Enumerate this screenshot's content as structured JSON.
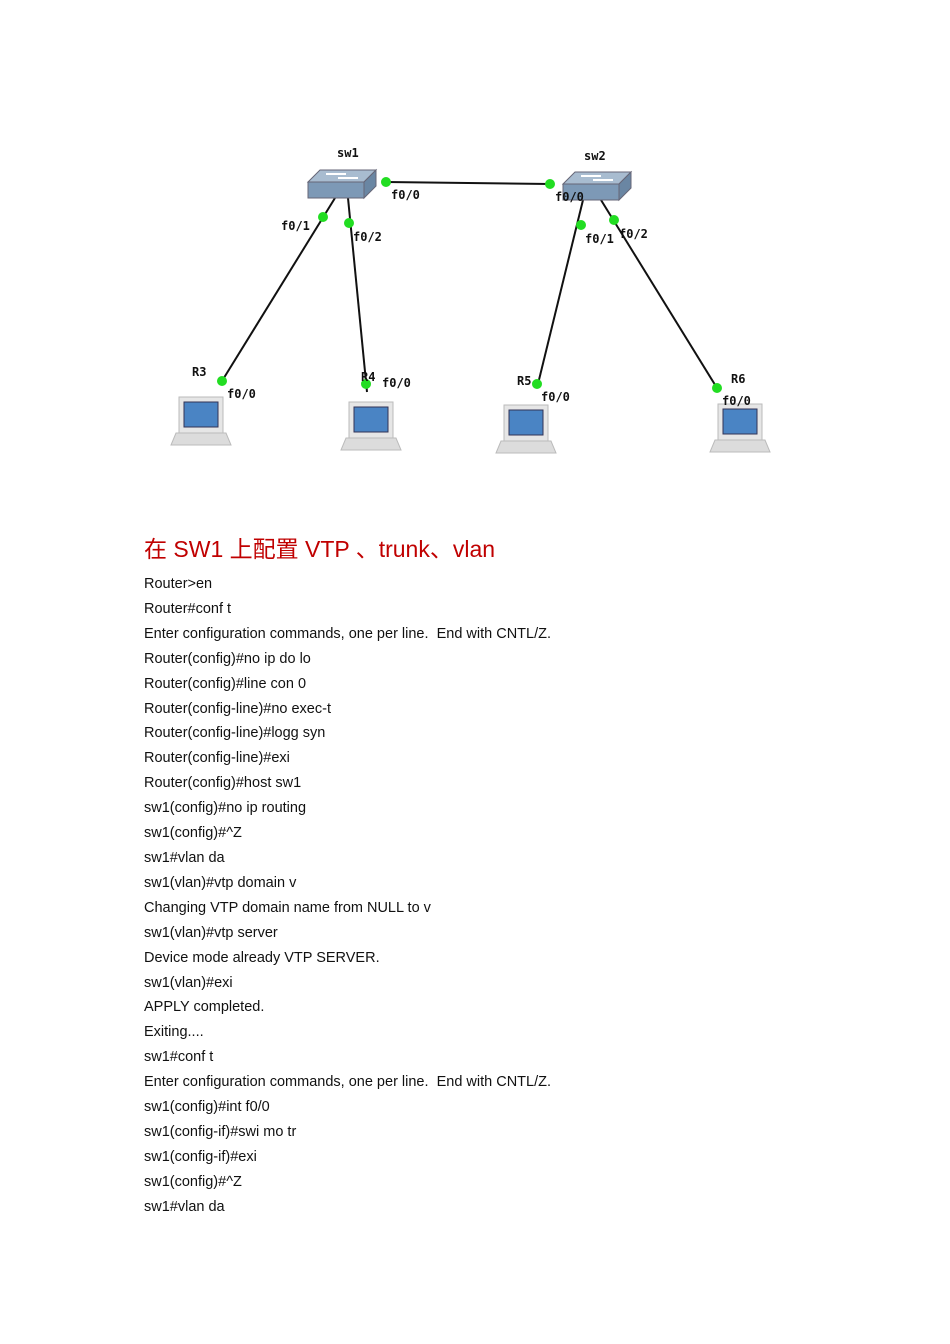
{
  "diagram": {
    "switches": [
      {
        "name": "sw1"
      },
      {
        "name": "sw2"
      }
    ],
    "routers": [
      {
        "name": "R3"
      },
      {
        "name": "R4"
      },
      {
        "name": "R5"
      },
      {
        "name": "R6"
      }
    ],
    "ports": {
      "sw1_f00": "f0/0",
      "sw2_f00": "f0/0",
      "sw1_f01": "f0/1",
      "sw1_f02": "f0/2",
      "sw2_f01": "f0/1",
      "sw2_f02": "f0/2",
      "r3_f00": "f0/0",
      "r4_f00": "f0/0",
      "r5_f00": "f0/0",
      "r6_f00": "f0/0"
    },
    "colors": {
      "link": "#111111",
      "port_dot": "#22dd22",
      "switch": "#8aa4bf",
      "screen": "#4a84c4"
    }
  },
  "heading": "在 SW1 上配置 VTP 、trunk、vlan",
  "heading_color": "#c00000",
  "lines": [
    "Router>en",
    "Router#conf t",
    "Enter configuration commands, one per line.  End with CNTL/Z.",
    "Router(config)#no ip do lo",
    "Router(config)#line con 0",
    "Router(config-line)#no exec-t",
    "Router(config-line)#logg syn",
    "Router(config-line)#exi",
    "Router(config)#host sw1",
    "sw1(config)#no ip routing",
    "sw1(config)#^Z",
    "sw1#vlan da",
    "sw1(vlan)#vtp domain v",
    "Changing VTP domain name from NULL to v",
    "sw1(vlan)#vtp server",
    "Device mode already VTP SERVER.",
    "sw1(vlan)#exi",
    "APPLY completed.",
    "Exiting....",
    "sw1#conf t",
    "Enter configuration commands, one per line.  End with CNTL/Z.",
    "sw1(config)#int f0/0",
    "sw1(config-if)#swi mo tr",
    "sw1(config-if)#exi",
    "sw1(config)#^Z",
    "sw1#vlan da"
  ]
}
